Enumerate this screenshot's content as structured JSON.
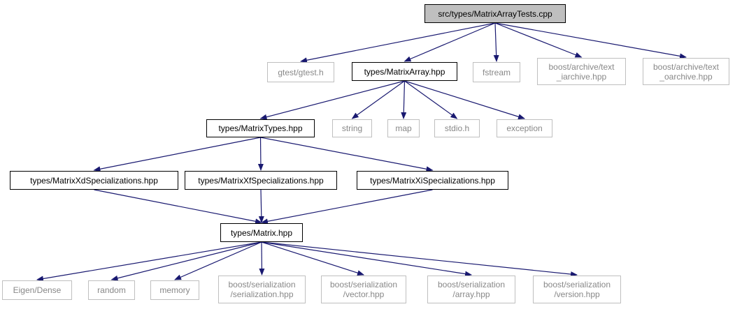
{
  "graph": {
    "edge_color": "#191970",
    "nodes": [
      {
        "id": "root",
        "label": "src/types/MatrixArrayTests.cpp",
        "kind": "root"
      },
      {
        "id": "gtest",
        "label": "gtest/gtest.h",
        "kind": "system"
      },
      {
        "id": "matrixarray",
        "label": "types/MatrixArray.hpp",
        "kind": "local"
      },
      {
        "id": "fstream",
        "label": "fstream",
        "kind": "system"
      },
      {
        "id": "text_iarchive",
        "label": "boost/archive/text\n_iarchive.hpp",
        "kind": "system"
      },
      {
        "id": "text_oarchive",
        "label": "boost/archive/text\n_oarchive.hpp",
        "kind": "system"
      },
      {
        "id": "matrixtypes",
        "label": "types/MatrixTypes.hpp",
        "kind": "local"
      },
      {
        "id": "string",
        "label": "string",
        "kind": "system"
      },
      {
        "id": "map",
        "label": "map",
        "kind": "system"
      },
      {
        "id": "stdio",
        "label": "stdio.h",
        "kind": "system"
      },
      {
        "id": "exception",
        "label": "exception",
        "kind": "system"
      },
      {
        "id": "xd",
        "label": "types/MatrixXdSpecializations.hpp",
        "kind": "local"
      },
      {
        "id": "xf",
        "label": "types/MatrixXfSpecializations.hpp",
        "kind": "local"
      },
      {
        "id": "xi",
        "label": "types/MatrixXiSpecializations.hpp",
        "kind": "local"
      },
      {
        "id": "matrix",
        "label": "types/Matrix.hpp",
        "kind": "local"
      },
      {
        "id": "eigen",
        "label": "Eigen/Dense",
        "kind": "system"
      },
      {
        "id": "random",
        "label": "random",
        "kind": "system"
      },
      {
        "id": "memory",
        "label": "memory",
        "kind": "system"
      },
      {
        "id": "ser_serialization",
        "label": "boost/serialization\n/serialization.hpp",
        "kind": "system"
      },
      {
        "id": "ser_vector",
        "label": "boost/serialization\n/vector.hpp",
        "kind": "system"
      },
      {
        "id": "ser_array",
        "label": "boost/serialization\n/array.hpp",
        "kind": "system"
      },
      {
        "id": "ser_version",
        "label": "boost/serialization\n/version.hpp",
        "kind": "system"
      }
    ],
    "edges": [
      [
        "root",
        "gtest"
      ],
      [
        "root",
        "matrixarray"
      ],
      [
        "root",
        "fstream"
      ],
      [
        "root",
        "text_iarchive"
      ],
      [
        "root",
        "text_oarchive"
      ],
      [
        "matrixarray",
        "matrixtypes"
      ],
      [
        "matrixarray",
        "string"
      ],
      [
        "matrixarray",
        "map"
      ],
      [
        "matrixarray",
        "stdio"
      ],
      [
        "matrixarray",
        "exception"
      ],
      [
        "matrixtypes",
        "xd"
      ],
      [
        "matrixtypes",
        "xf"
      ],
      [
        "matrixtypes",
        "xi"
      ],
      [
        "xd",
        "matrix"
      ],
      [
        "xf",
        "matrix"
      ],
      [
        "xi",
        "matrix"
      ],
      [
        "matrix",
        "eigen"
      ],
      [
        "matrix",
        "random"
      ],
      [
        "matrix",
        "memory"
      ],
      [
        "matrix",
        "ser_serialization"
      ],
      [
        "matrix",
        "ser_vector"
      ],
      [
        "matrix",
        "ser_array"
      ],
      [
        "matrix",
        "ser_version"
      ]
    ]
  }
}
